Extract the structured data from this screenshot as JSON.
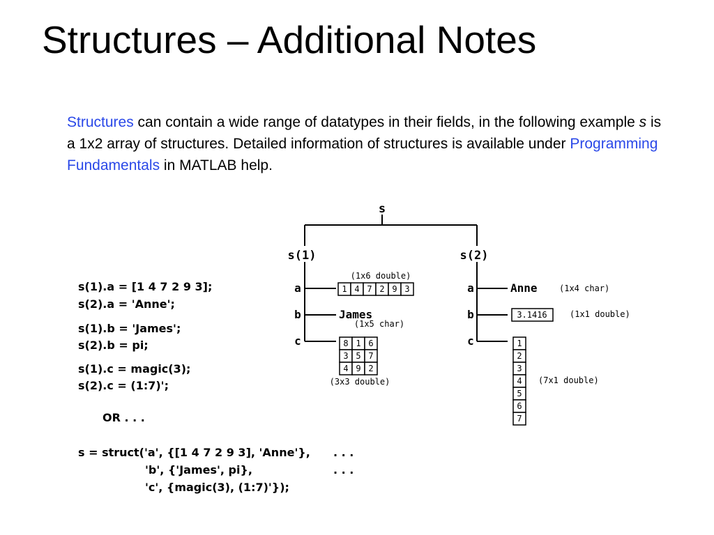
{
  "slide": {
    "title": "Structures – Additional Notes",
    "intro": {
      "link1": "Structures",
      "text1": " can contain a wide range of datatypes in their fields, in the following example ",
      "var": "s",
      "text2": " is a 1x2 array of structures.  Detailed information of structures is available under ",
      "link2": "Programming Fundamentals",
      "text3": " in MATLAB help."
    },
    "colors": {
      "link": "#2a48e8",
      "text": "#000000",
      "background": "#ffffff"
    }
  },
  "code": {
    "lines": [
      "s(1).a = [1 4 7 2 9 3];",
      "s(2).a = 'Anne';",
      "s(1).b = 'James';",
      "s(2).b = pi;",
      "s(1).c = magic(3);",
      "s(2).c = (1:7)';",
      "OR . . .",
      "s = struct('a', {[1 4 7 2 9 3], 'Anne'},",
      "'b', {'James', pi},",
      "'c', {magic(3), (1:7)'});"
    ],
    "continuation": [
      ". . .",
      ". . ."
    ]
  },
  "diagram": {
    "root": "s",
    "elements": [
      {
        "label": "s(1)",
        "fields": {
          "a": {
            "name": "a",
            "caption": "(1x6 double)",
            "values": [
              "1",
              "4",
              "7",
              "2",
              "9",
              "3"
            ]
          },
          "b": {
            "name": "b",
            "value": "James",
            "caption": "(1x5 char)"
          },
          "c": {
            "name": "c",
            "caption": "(3x3 double)",
            "matrix": [
              [
                "8",
                "1",
                "6"
              ],
              [
                "3",
                "5",
                "7"
              ],
              [
                "4",
                "9",
                "2"
              ]
            ]
          }
        }
      },
      {
        "label": "s(2)",
        "fields": {
          "a": {
            "name": "a",
            "value": "Anne",
            "caption": "(1x4 char)"
          },
          "b": {
            "name": "b",
            "value": "3.1416",
            "caption": "(1x1 double)"
          },
          "c": {
            "name": "c",
            "caption": "(7x1 double)",
            "values": [
              "1",
              "2",
              "3",
              "4",
              "5",
              "6",
              "7"
            ]
          }
        }
      }
    ]
  }
}
